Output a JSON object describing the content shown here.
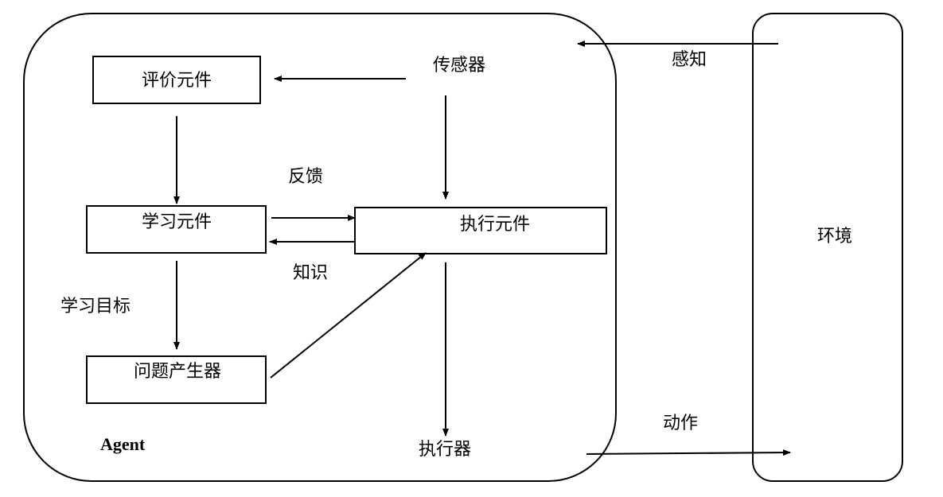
{
  "diagram": {
    "agent_label": "Agent",
    "environment_label": "环境",
    "components": {
      "evaluator": "评价元件",
      "learner": "学习元件",
      "performer": "执行元件",
      "problem_generator": "问题产生器"
    },
    "nodes": {
      "sensor": "传感器",
      "effector": "执行器"
    },
    "edge_labels": {
      "perception": "感知",
      "action": "动作",
      "feedback": "反馈",
      "knowledge": "知识",
      "learning_goal": "学习目标"
    }
  }
}
